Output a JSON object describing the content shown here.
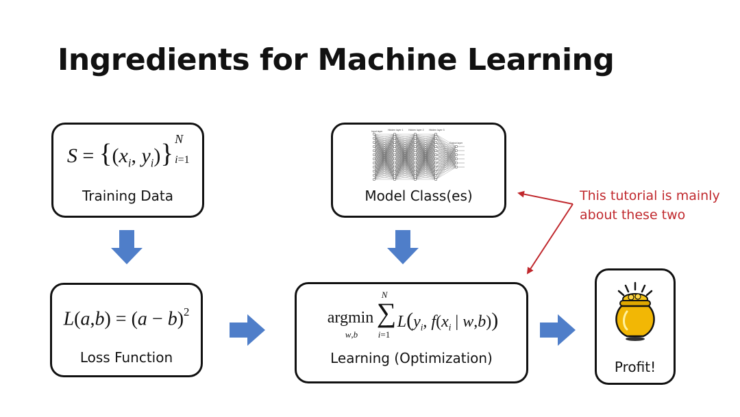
{
  "slide": {
    "title": "Ingredients for Machine Learning",
    "training": {
      "formula": "S = {(x_i, y_i)}_{i=1}^N",
      "caption": "Training Data"
    },
    "model": {
      "caption": "Model Class(es)"
    },
    "loss": {
      "formula": "L(a,b) = (a − b)^2",
      "caption": "Loss Function"
    },
    "learning": {
      "formula": "argmin_{w,b} Σ_{i=1}^{N} L(y_i, f(x_i | w,b))",
      "caption": "Learning (Optimization)"
    },
    "profit": {
      "caption": "Profit!"
    },
    "annotation": {
      "line1": "This tutorial is mainly",
      "line2": "about these two"
    }
  },
  "colors": {
    "arrow": "#4f7ec9",
    "annotation": "#c0282d"
  },
  "icons": [
    "neural-network-diagram",
    "pot-of-gold-icon"
  ]
}
